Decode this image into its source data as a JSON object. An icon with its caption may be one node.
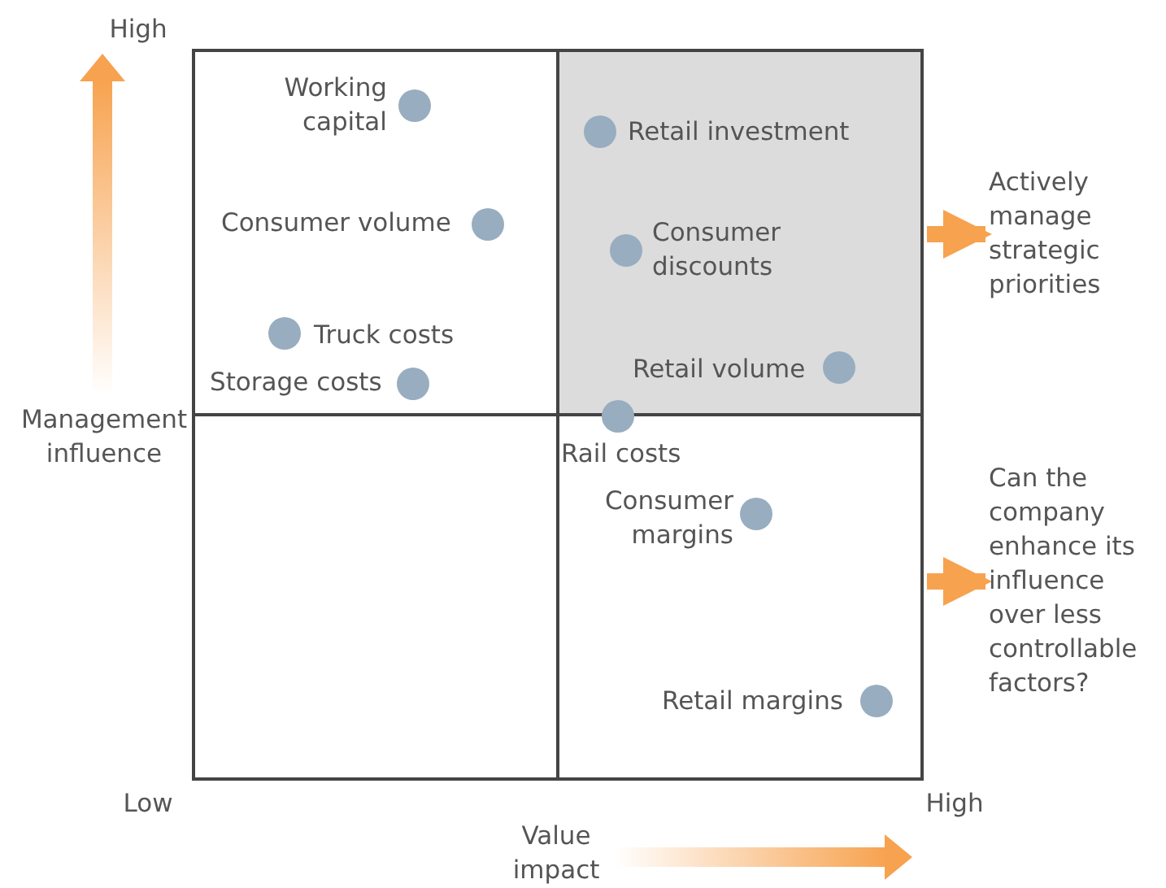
{
  "diagram": {
    "nodes": [
      {
        "text": [
          "Actively manage strategic priorities"
        ]
      },
      {
        "text": [
          "Can the company enhance its influence over less controllable factors?"
        ]
      }
    ],
    "edges": [
      {
        "from": null,
        "to": 0,
        "arrow": "to"
      },
      {
        "from": null,
        "to": 1,
        "arrow": "to"
      }
    ],
    "labels": [
      "High",
      "Working capital",
      "Retail investment",
      "Consumer volume",
      "Consumer discounts",
      "Truck costs",
      "Retail volume",
      "Storage costs",
      "Management influence",
      "Rail costs",
      "Consumer margins",
      "Retail margins",
      "Low",
      "High",
      "Value impact"
    ]
  }
}
